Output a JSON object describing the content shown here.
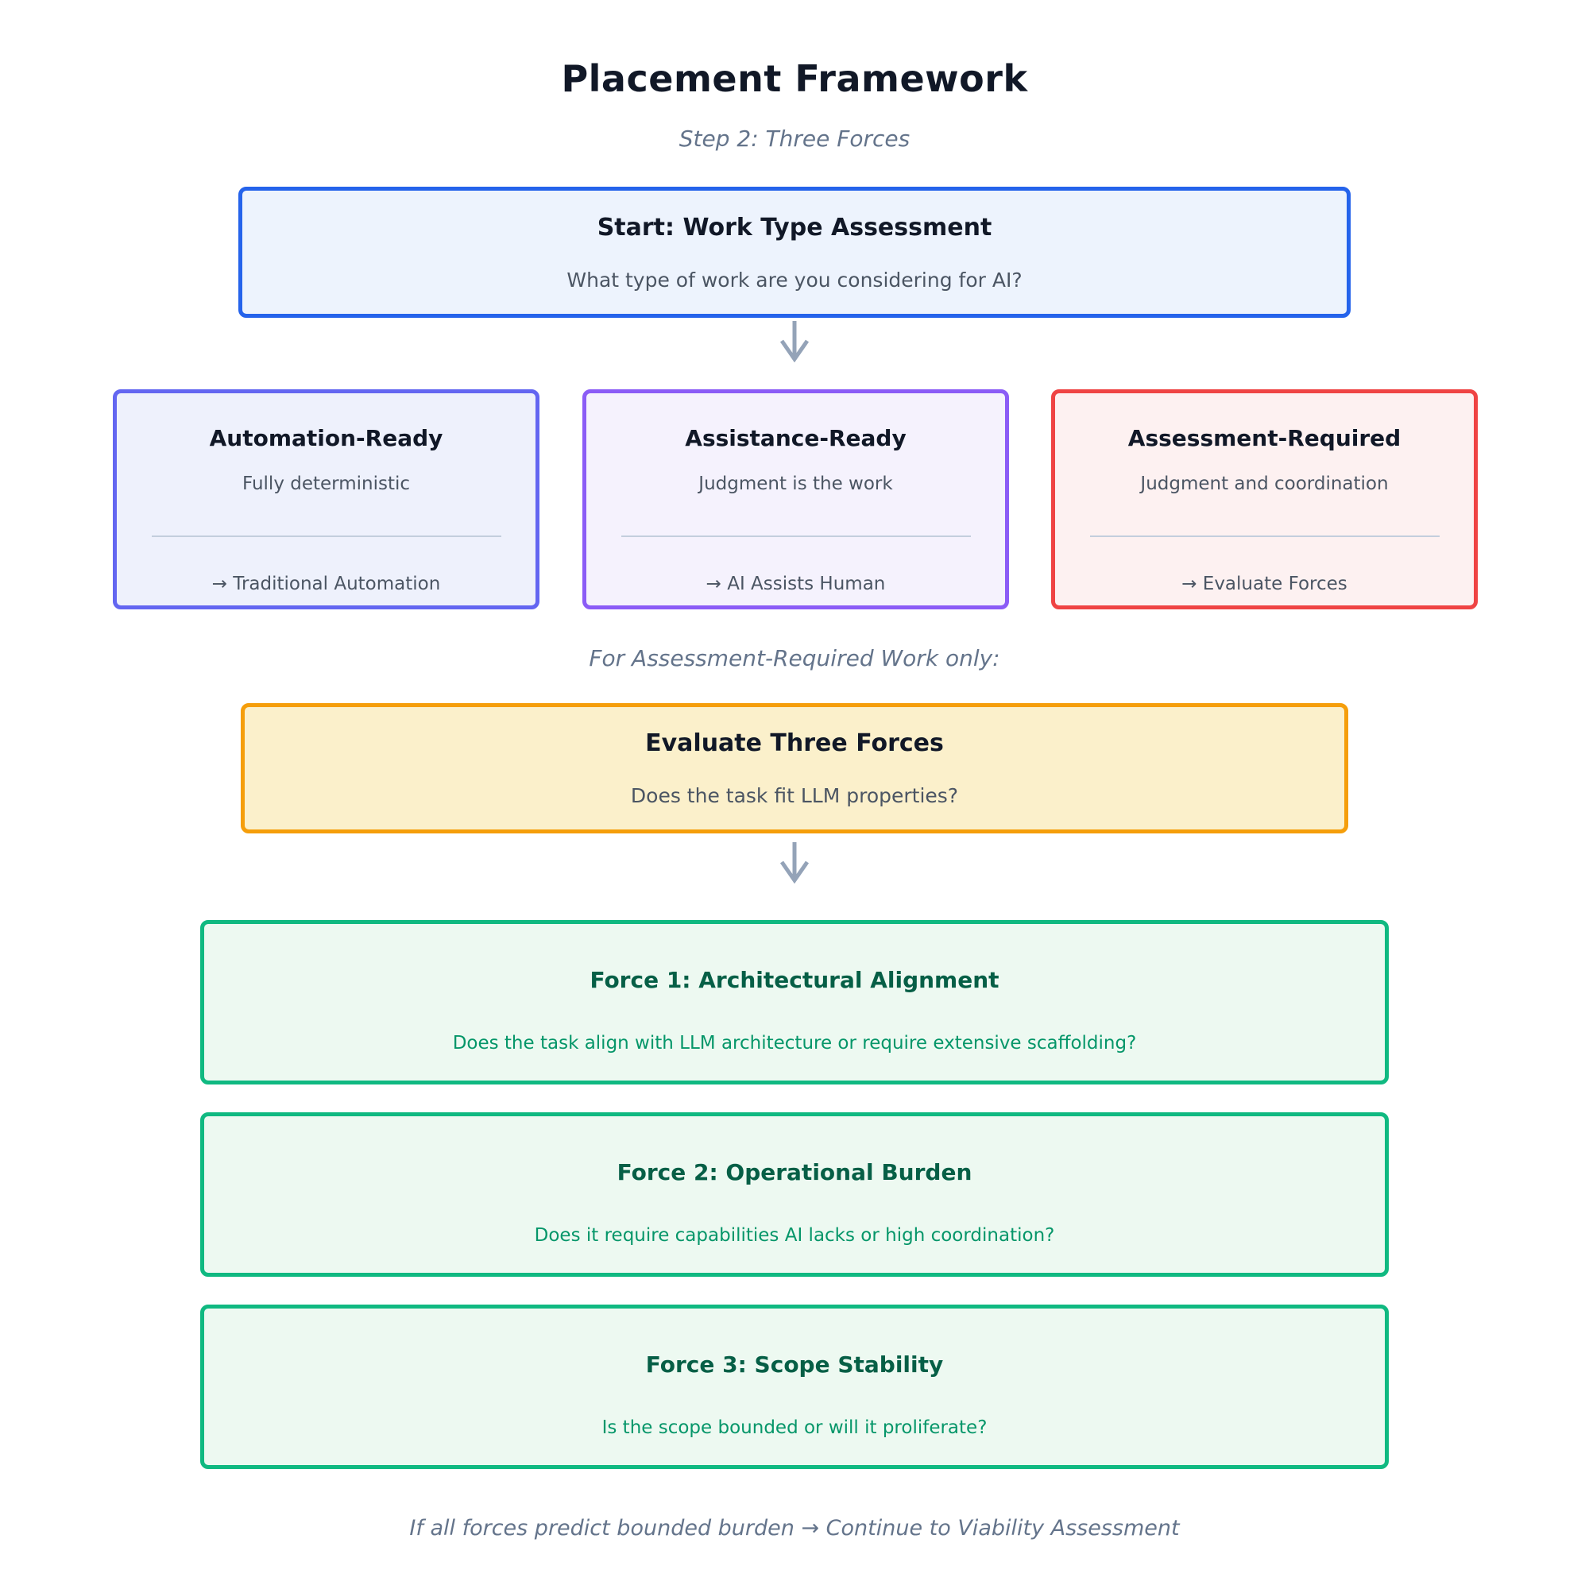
{
  "header": {
    "title": "Placement Framework",
    "subtitle": "Step 2: Three Forces"
  },
  "start_box": {
    "title": "Start: Work Type Assessment",
    "description": "What type of work are you considering for AI?"
  },
  "work_types": [
    {
      "title": "Automation-Ready",
      "description": "Fully deterministic",
      "route": "→ Traditional Automation",
      "border_color": "#6366f1",
      "bg_color": "#eef1fc"
    },
    {
      "title": "Assistance-Ready",
      "description": "Judgment is the work",
      "route": "→ AI Assists Human",
      "border_color": "#8b5cf6",
      "bg_color": "#f5f2fd"
    },
    {
      "title": "Assessment-Required",
      "description": "Judgment and coordination",
      "route": "→ Evaluate Forces",
      "border_color": "#ef4444",
      "bg_color": "#fdf1f1"
    }
  ],
  "note": "For Assessment-Required Work only:",
  "evaluate_box": {
    "title": "Evaluate Three Forces",
    "description": "Does the task fit LLM properties?"
  },
  "forces": [
    {
      "title": "Force 1: Architectural Alignment",
      "description": "Does the task align with LLM architecture or require extensive scaffolding?"
    },
    {
      "title": "Force 2: Operational Burden",
      "description": "Does it require capabilities AI lacks or high coordination?"
    },
    {
      "title": "Force 3: Scope Stability",
      "description": "Is the scope bounded or will it proliferate?"
    }
  ],
  "footer": "If all forces predict bounded burden → Continue to Viability Assessment",
  "colors": {
    "start_border": "#2563eb",
    "start_bg": "#edf3fd",
    "evaluate_border": "#f59e0b",
    "evaluate_bg": "#fbf0cb",
    "force_border": "#10b981",
    "force_bg": "#edf9f1",
    "force_title_text": "#065f46",
    "force_desc_text": "#059669",
    "muted_text": "#4b5563",
    "italic_text": "#64748b",
    "arrow": "#94a3b8"
  }
}
